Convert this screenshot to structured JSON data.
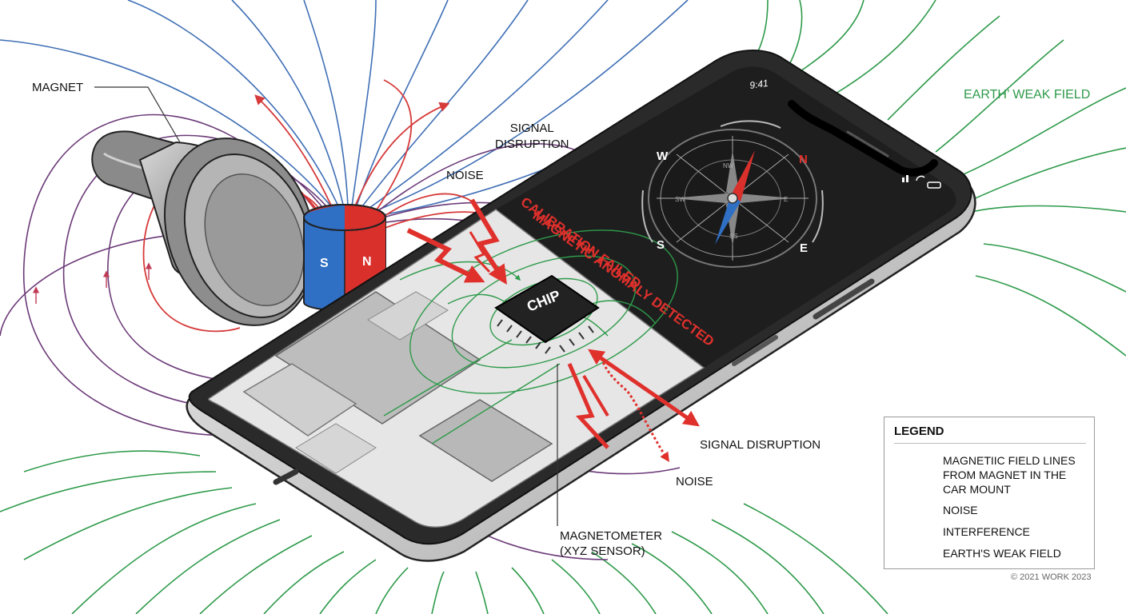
{
  "labels": {
    "magnet": "MAGNET",
    "signal_disruption_top": "SIGNAL\nDISRUPTION",
    "noise_top": "NOISE",
    "earth_field": "EARTH’ WEAK FIELD",
    "signal_disruption_right": "SIGNAL DISRUPTION",
    "noise_bottom": "NOISE",
    "magnetometer": "MAGNETOMETER\n(XYZ SENSOR)",
    "chip": "CHIP"
  },
  "phone": {
    "status_time": "9:41",
    "warning_line1": "CALIBRATION FAILED",
    "warning_line2": "MAGNETIC ANOMALY DETECTED",
    "compass": {
      "cardinals": {
        "n": "N",
        "w": "W",
        "s": "S",
        "e": "E"
      },
      "minor": {
        "nw": "NW",
        "ss": "SS",
        "e": "E",
        "sw": "SW"
      }
    }
  },
  "magnet_poles": {
    "s": "S",
    "n": "N"
  },
  "legend": {
    "title": "LEGEND",
    "items": [
      {
        "text": "MAGNETIIC FIELD LINES\nFROM MAGNET IN THE\nCAR MOUNT",
        "icon": "magnet-icon"
      },
      {
        "text": "NOISE",
        "icon": "zigzag-arrow-icon"
      },
      {
        "text": "INTERFERENCE",
        "icon": "zigzag-arrow-icon"
      },
      {
        "text": "EARTH'S WEAK FIELD",
        "icon": "green-line-icon"
      }
    ]
  },
  "copyright": "© 2021 WORK 2023",
  "colors": {
    "earth_field": "#2e9a4a",
    "magnet_field_blue": "#3f6fb5",
    "magnet_field_purple": "#6b3a78",
    "magnet_field_red": "#d63a3a",
    "noise": "#e0302c",
    "pole_s": "#2f6fc4",
    "pole_n": "#d9302c"
  }
}
